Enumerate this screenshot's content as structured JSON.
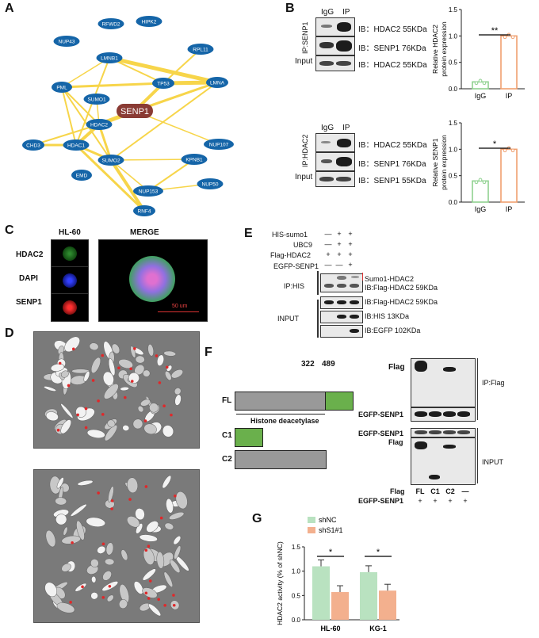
{
  "panels": {
    "A": "A",
    "B": "B",
    "C": "C",
    "D": "D",
    "E": "E",
    "F": "F",
    "G": "G"
  },
  "network": {
    "center": "SENP1",
    "nodes": [
      "RFWD2",
      "HIPK2",
      "NUP43",
      "LMNB1",
      "RPL11",
      "PML",
      "SUMO1",
      "TP53",
      "LMNA",
      "HDAC2",
      "CHD3",
      "HDAC1",
      "SUMO2",
      "NUP107",
      "EMD",
      "KPNB1",
      "NUP153",
      "NUP50",
      "RNF4"
    ]
  },
  "panel_b": {
    "top": {
      "side_label": "IP:SENP1",
      "lanes": [
        "IgG",
        "IP"
      ],
      "rows": [
        "IB：HDAC2  55KDa",
        "IB：SENP1  76KDa",
        "IB：HDAC2  55KDa"
      ],
      "input_label": "Input",
      "ylabel": "Relative HDAC2 protein expression",
      "sig": "**"
    },
    "bottom": {
      "side_label": "IP:HDAC2",
      "lanes": [
        "IgG",
        "IP"
      ],
      "rows": [
        "IB：HDAC2  55KDa",
        "IB：SENP1  76KDa",
        "IB：SENP1  55KDa"
      ],
      "input_label": "Input",
      "ylabel": "Relative SENP1 protein expression",
      "sig": "*"
    }
  },
  "chart_data": [
    {
      "type": "bar",
      "categories": [
        "IgG",
        "IP"
      ],
      "values": [
        0.13,
        1.0
      ],
      "ylabel": "Relative HDAC2 protein expression",
      "ylim": [
        0,
        1.5
      ],
      "yticks": [
        "0.0",
        "0.5",
        "1.0",
        "1.5"
      ],
      "colors": [
        "#8fd18f",
        "#f0a070"
      ]
    },
    {
      "type": "bar",
      "categories": [
        "IgG",
        "IP"
      ],
      "values": [
        0.4,
        1.0
      ],
      "ylabel": "Relative SENP1 protein expression",
      "ylim": [
        0,
        1.5
      ],
      "yticks": [
        "0.0",
        "0.5",
        "1.0",
        "1.5"
      ],
      "colors": [
        "#8fd18f",
        "#f0a070"
      ]
    },
    {
      "type": "bar",
      "categories": [
        "HL-60",
        "KG-1"
      ],
      "series": [
        {
          "name": "shNC",
          "values": [
            1.1,
            0.98
          ]
        },
        {
          "name": "shS1#1",
          "values": [
            0.57,
            0.6
          ]
        }
      ],
      "ylabel": "HDAC2 activity (% of shNC)",
      "ylim": [
        0,
        1.5
      ],
      "yticks": [
        "0.0",
        "0.5",
        "1.0",
        "1.5"
      ],
      "sig": [
        "*",
        "*"
      ],
      "colors": [
        "#b9e2c0",
        "#f3b08e"
      ]
    }
  ],
  "panel_c": {
    "cell_line": "HL-60",
    "rows": [
      "HDAC2",
      "DAPI",
      "SENP1"
    ],
    "merge": "MERGE",
    "scale": "50 um"
  },
  "panel_e": {
    "conditions": [
      {
        "label": "HIS-sumo1",
        "marks": [
          "—",
          "+",
          "+"
        ]
      },
      {
        "label": "UBC9",
        "marks": [
          "—",
          "+",
          "+"
        ]
      },
      {
        "label": "Flag-HDAC2",
        "marks": [
          "+",
          "+",
          "+"
        ]
      },
      {
        "label": "EGFP-SENP1",
        "marks": [
          "—",
          "—",
          "+"
        ]
      }
    ],
    "ip_label": "IP:HIS",
    "input_label": "INPUT",
    "ip_rows": [
      "Sumo1-HDAC2",
      "IB:Flag-HDAC2 59KDa"
    ],
    "input_rows": [
      "IB:Flag-HDAC2 59KDa",
      "IB:HIS 13KDa",
      "IB:EGFP 102KDa"
    ]
  },
  "panel_f": {
    "constructs": [
      "FL",
      "C1",
      "C2"
    ],
    "pos1": "322",
    "pos2": "489",
    "domain": "Histone deacetylase",
    "flag": "Flag",
    "egfp": "EGFP-SENP1",
    "ip": "IP:Flag",
    "input": "INPUT",
    "bottom_flag": "Flag",
    "lanes": [
      "FL",
      "C1",
      "C2",
      "—"
    ],
    "egfp_row": "EGFP-SENP1",
    "egfp_marks": [
      "+",
      "+",
      "+",
      "+"
    ]
  }
}
